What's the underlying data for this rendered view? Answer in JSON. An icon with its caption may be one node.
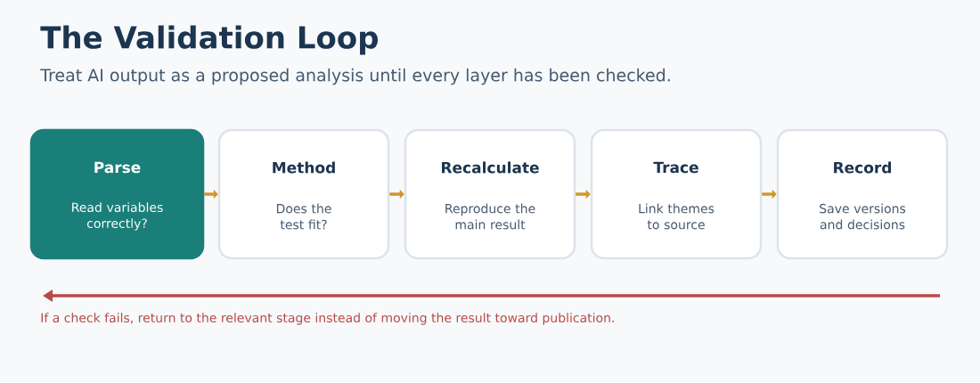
{
  "diagram": {
    "title": "The Validation Loop",
    "nodes": [
      {
        "text": [
          "Parse",
          "Read variables correctly?"
        ]
      },
      {
        "text": [
          "Method",
          "Does the test fit?"
        ]
      },
      {
        "text": [
          "Recalculate",
          "Reproduce the main result"
        ]
      },
      {
        "text": [
          "Trace",
          "Link themes to source"
        ]
      },
      {
        "text": [
          "Record",
          "Save versions and decisions"
        ]
      }
    ],
    "edges": [
      {
        "from": 0,
        "to": 1,
        "arrow": "to"
      },
      {
        "from": 1,
        "to": 2,
        "arrow": "to"
      },
      {
        "from": 2,
        "to": 3,
        "arrow": "to"
      },
      {
        "from": 3,
        "to": 4,
        "arrow": "to"
      }
    ],
    "labels": [
      "Treat AI output as a proposed analysis until every layer has been checked.",
      "If a check fails, return to the relevant stage instead of moving the result toward publication."
    ]
  }
}
